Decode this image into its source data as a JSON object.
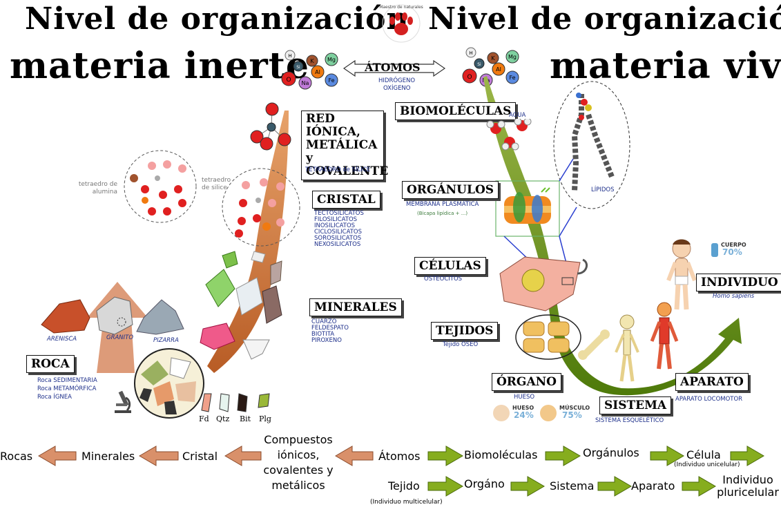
{
  "titles": {
    "left_line1": "Nivel de organización",
    "left_line2": "materia inerte",
    "right_line1": "Nivel de organización",
    "right_line2": "materia viva"
  },
  "logo_text": "Maestro de naturales",
  "atoms": {
    "label": "ÁTOMOS",
    "sub1": "HIDRÓGENO",
    "sub2": "OXÍGENO",
    "symbols": [
      "H",
      "Si",
      "K",
      "Mg",
      "O",
      "Na",
      "Al",
      "Fe"
    ]
  },
  "inert": {
    "red": {
      "label": "RED IÓNICA, METÁLICA y COVALENTE",
      "sub": "TETRAEDRO de SÍLICE"
    },
    "cristal": {
      "label": "CRISTAL",
      "items": [
        "TECTOSILICATOS",
        "FILOSILICATOS",
        "INOSILICATOS",
        "CICLOSILICATOS",
        "SOROSILICATOS",
        "NEXOSILICATOS"
      ]
    },
    "minerales": {
      "label": "MINERALES",
      "items": [
        "CUARZO",
        "FELDESPATO",
        "BIOTITA",
        "PIROXENO"
      ]
    },
    "roca": {
      "label": "ROCA",
      "items": [
        "Roca SEDIMENTARIA",
        "Roca METAMÓRFICA",
        "Roca ÍGNEA"
      ]
    },
    "rock_captions": [
      "ARENISCA",
      "GRANITO",
      "PIZARRA"
    ],
    "tetra_alumina": "tetraedro de alumina",
    "tetra_silice": "tetraedro de silice",
    "mineral_tags": [
      "Fd",
      "Qtz",
      "Bit",
      "Plg"
    ]
  },
  "living": {
    "biomoleculas": {
      "label": "BIOMOLÉCULAS",
      "sub": "AGUA"
    },
    "lipidos": "LÍPIDOS",
    "organulos": {
      "label": "ORGÁNULOS",
      "sub1": "MEMBRANA PLASMÁTICA",
      "sub2": "(Bicapa lipídica + ...)"
    },
    "celulas": {
      "label": "CÉLULAS",
      "sub": "OSTEOCITOS"
    },
    "tejidos": {
      "label": "TEJIDOS",
      "sub": "Tejido ÓSEO"
    },
    "organo": {
      "label": "ÓRGANO",
      "sub": "HUESO"
    },
    "sistema": {
      "label": "SISTEMA",
      "sub": "SISTEMA ESQUELÉTICO"
    },
    "aparato": {
      "label": "APARATO",
      "sub": "APARATO LOCOMOTOR"
    },
    "individuo": {
      "label": "INDIVIDUO",
      "sub": "Homo sapiens"
    },
    "stats": {
      "cuerpo_label": "CUERPO",
      "cuerpo_pct": "70%",
      "hueso_label": "HUESO",
      "hueso_pct": "24%",
      "musculo_label": "MÚSCULO",
      "musculo_pct": "75%"
    }
  },
  "flow_top": {
    "rocas": "Rocas",
    "minerales": "Minerales",
    "cristal": "Cristal",
    "compuestos": "Compuestos iónicos, covalentes y metálicos",
    "atomos": "Átomos",
    "biomoleculas": "Biomoléculas",
    "organulos": "Orgánulos",
    "celula": "Célula",
    "celula_note": "(Individuo unicelular)"
  },
  "flow_bottom": {
    "tejido": "Tejido",
    "tejido_note": "(Individuo multicelular)",
    "organo": "Orgáno",
    "sistema": "Sistema",
    "aparato": "Aparato",
    "individuo": "Individuo pluricelular"
  },
  "colors": {
    "inert_arrow": "#c86a2e",
    "living_arrow": "#5f8a10",
    "flow_left_arrow": "#d9906a",
    "flow_right_arrow": "#86ad1e",
    "label_blue": "#1d2f8a"
  }
}
